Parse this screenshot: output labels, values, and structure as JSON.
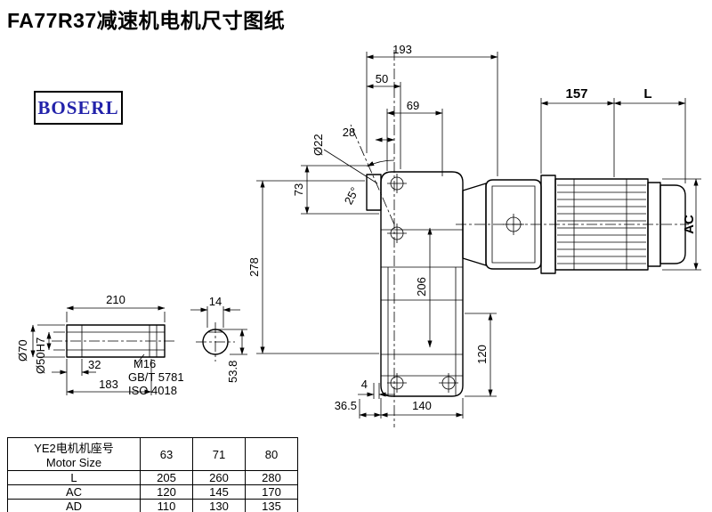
{
  "page": {
    "title": "FA77R37减速机电机尺寸图纸",
    "brand": "BOSERL"
  },
  "main_dims": {
    "w193": "193",
    "w50": "50",
    "w69": "69",
    "w28": "28",
    "dia22": "Ø22",
    "h73": "73",
    "ang25": "25°",
    "h278": "278",
    "w157": "157",
    "wL": "L",
    "hAC": "AC",
    "h206": "206",
    "h120": "120",
    "w4": "4",
    "w36_5": "36.5",
    "w140": "140"
  },
  "shaft_detail": {
    "w210": "210",
    "w14": "14",
    "dia70": "Ø70",
    "dia50": "Ø50H7",
    "w32": "32",
    "w183": "183",
    "thread": "M16",
    "std1": "GB/T 5781",
    "std2": "ISO 4018",
    "h53_8": "53.8"
  },
  "table": {
    "header_cn": "YE2电机机座号",
    "header_en": "Motor Size",
    "cols": [
      "63",
      "71",
      "80"
    ],
    "rows": [
      {
        "label": "L",
        "values": [
          "205",
          "260",
          "280"
        ]
      },
      {
        "label": "AC",
        "values": [
          "120",
          "145",
          "170"
        ]
      },
      {
        "label": "AD",
        "values": [
          "110",
          "130",
          "135"
        ]
      }
    ]
  }
}
